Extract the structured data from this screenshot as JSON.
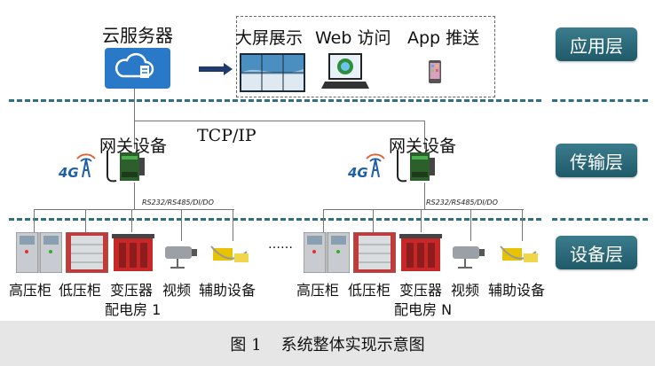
{
  "app_layer": {
    "cloud_server": "云服务器",
    "big_screen": "大屏展示",
    "web_access": "Web 访问",
    "app_push": "App 推送"
  },
  "protocol": "TCP/IP",
  "gateway": {
    "label_left": "网关设备",
    "label_right": "网关设备",
    "signal": "4G",
    "ports_left": "RS232/RS485/DI/DO",
    "ports_right": "RS232/RS485/DI/DO"
  },
  "layers": {
    "application": "应用层",
    "transport": "传输层",
    "device": "设备层"
  },
  "devices_left": {
    "items": [
      "高压柜",
      "低压柜",
      "变压器",
      "视频",
      "辅助设备"
    ],
    "room": "配电房 1"
  },
  "devices_right": {
    "items": [
      "高压柜",
      "低压柜",
      "变压器",
      "视频",
      "辅助设备"
    ],
    "room": "配电房 N"
  },
  "ellipsis": "……",
  "caption": {
    "number": "图 1",
    "title": "系统整体实现示意图"
  },
  "colors": {
    "layer_button": "#2b6b7b",
    "dash_line": "#2f6f80",
    "cloud_icon": "#2a78c8",
    "caption_bg": "#e6e6e6"
  }
}
